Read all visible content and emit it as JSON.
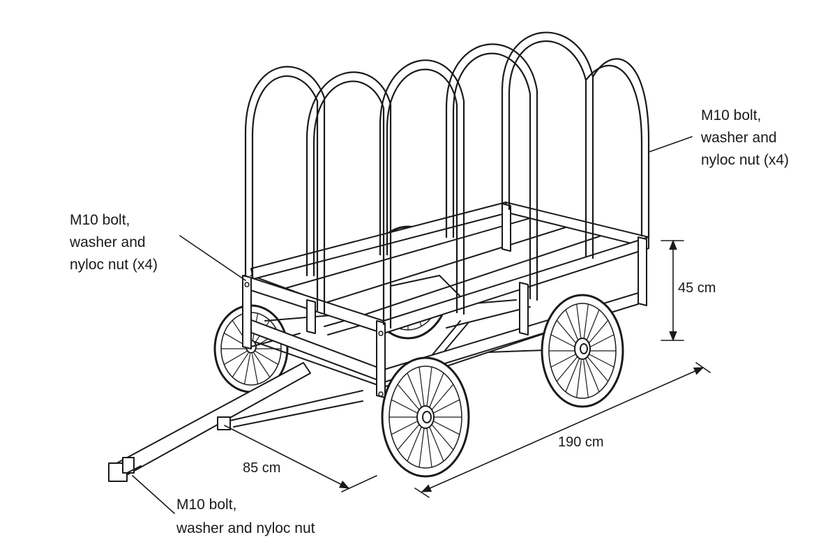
{
  "annotations": {
    "hoops_callout": {
      "lines": [
        "M10 bolt,",
        "washer and",
        "nyloc nut (x4)"
      ]
    },
    "frame_callout": {
      "lines": [
        "M10 bolt,",
        "washer and",
        "nyloc nut (x4)"
      ]
    },
    "tow_callout": {
      "lines": [
        "M10 bolt,",
        "washer and nyloc nut"
      ]
    }
  },
  "dimensions": {
    "height": "45 cm",
    "length": "190 cm",
    "handle": "85 cm"
  },
  "colors": {
    "ink": "#1a1a1a",
    "paper": "#ffffff"
  }
}
